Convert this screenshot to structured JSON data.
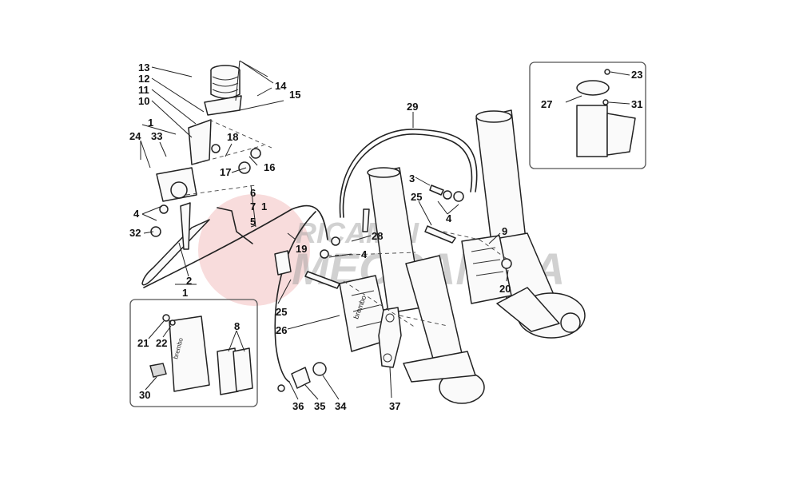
{
  "watermark": {
    "line1": "RICAMBI",
    "line2": "MECCANICA",
    "accent_color": "#e06060"
  },
  "callouts": {
    "c1a": "1",
    "c1b": "1",
    "c1c": "1",
    "c2": "2",
    "c3": "3",
    "c4a": "4",
    "c4b": "4",
    "c4c": "4",
    "c5": "5",
    "c6": "6",
    "c7": "7",
    "c8": "8",
    "c9": "9",
    "c10": "10",
    "c11": "11",
    "c12": "12",
    "c13": "13",
    "c14": "14",
    "c15": "15",
    "c16": "16",
    "c17": "17",
    "c18": "18",
    "c19": "19",
    "c20": "20",
    "c21": "21",
    "c22": "22",
    "c23": "23",
    "c24": "24",
    "c25a": "25",
    "c25b": "25",
    "c26": "26",
    "c27": "27",
    "c28": "28",
    "c29": "29",
    "c30": "30",
    "c31": "31",
    "c32": "32",
    "c33": "33",
    "c34": "34",
    "c35": "35",
    "c36": "36",
    "c37": "37"
  }
}
